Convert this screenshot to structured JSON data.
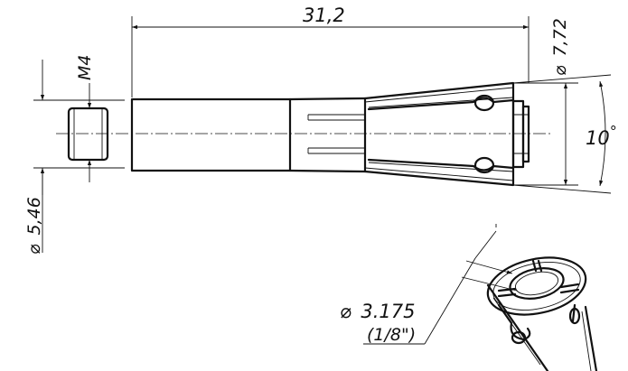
{
  "dimensions": {
    "overall_length": "31,2",
    "head_diameter": "7,72",
    "cone_angle": "10",
    "degree_symbol": "°",
    "thread": "M4",
    "nut_diameter": "5,46",
    "bore_diameter": "3.175",
    "bore_inch": "(1/8\")",
    "diameter_symbol": "⌀"
  }
}
